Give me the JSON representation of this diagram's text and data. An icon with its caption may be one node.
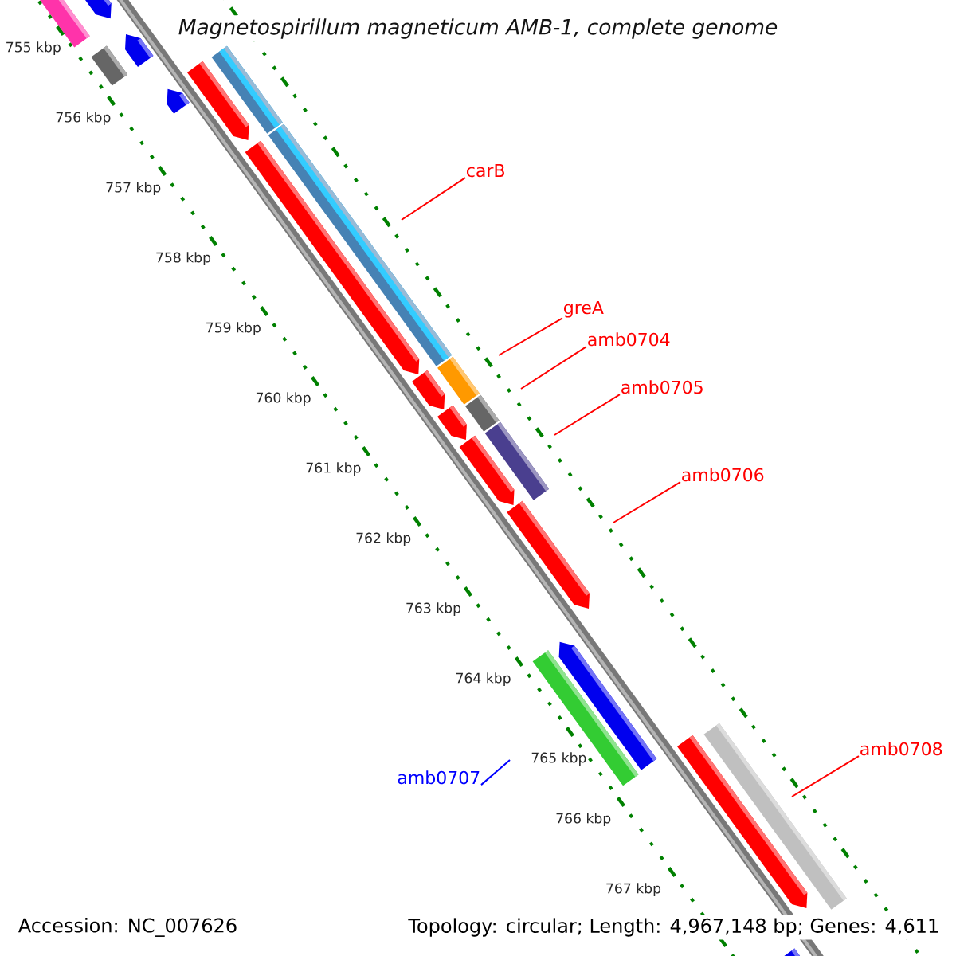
{
  "diagram": {
    "title": "Magnetospirillum magneticum AMB-1, complete genome",
    "nodes": [
      {
        "text": [
          "carB"
        ]
      },
      {
        "text": [
          "greA"
        ]
      },
      {
        "text": [
          "amb0704"
        ]
      },
      {
        "text": [
          "amb0705"
        ]
      },
      {
        "text": [
          "amb0706"
        ]
      },
      {
        "text": [
          "amb0707"
        ]
      },
      {
        "text": [
          "amb0708"
        ]
      }
    ],
    "edges": [
      {
        "from": 0,
        "to": null,
        "arrow": "none"
      },
      {
        "from": 1,
        "to": null,
        "arrow": "none"
      },
      {
        "from": 2,
        "to": null,
        "arrow": "none"
      },
      {
        "from": 3,
        "to": null,
        "arrow": "none"
      },
      {
        "from": 4,
        "to": null,
        "arrow": "none"
      },
      {
        "from": 5,
        "to": null,
        "arrow": "none",
        "color": "#0000ff"
      },
      {
        "from": 6,
        "to": null,
        "arrow": "none"
      }
    ],
    "labels": [
      "755 kbp",
      "756 kbp",
      "757 kbp",
      "758 kbp",
      "759 kbp",
      "760 kbp",
      "761 kbp",
      "762 kbp",
      "763 kbp",
      "764 kbp",
      "765 kbp",
      "766 kbp",
      "767 kbp",
      "Accession: NC_007626",
      "Topology: circular; Length: 4,967,148 bp; Genes: 4,611"
    ]
  }
}
